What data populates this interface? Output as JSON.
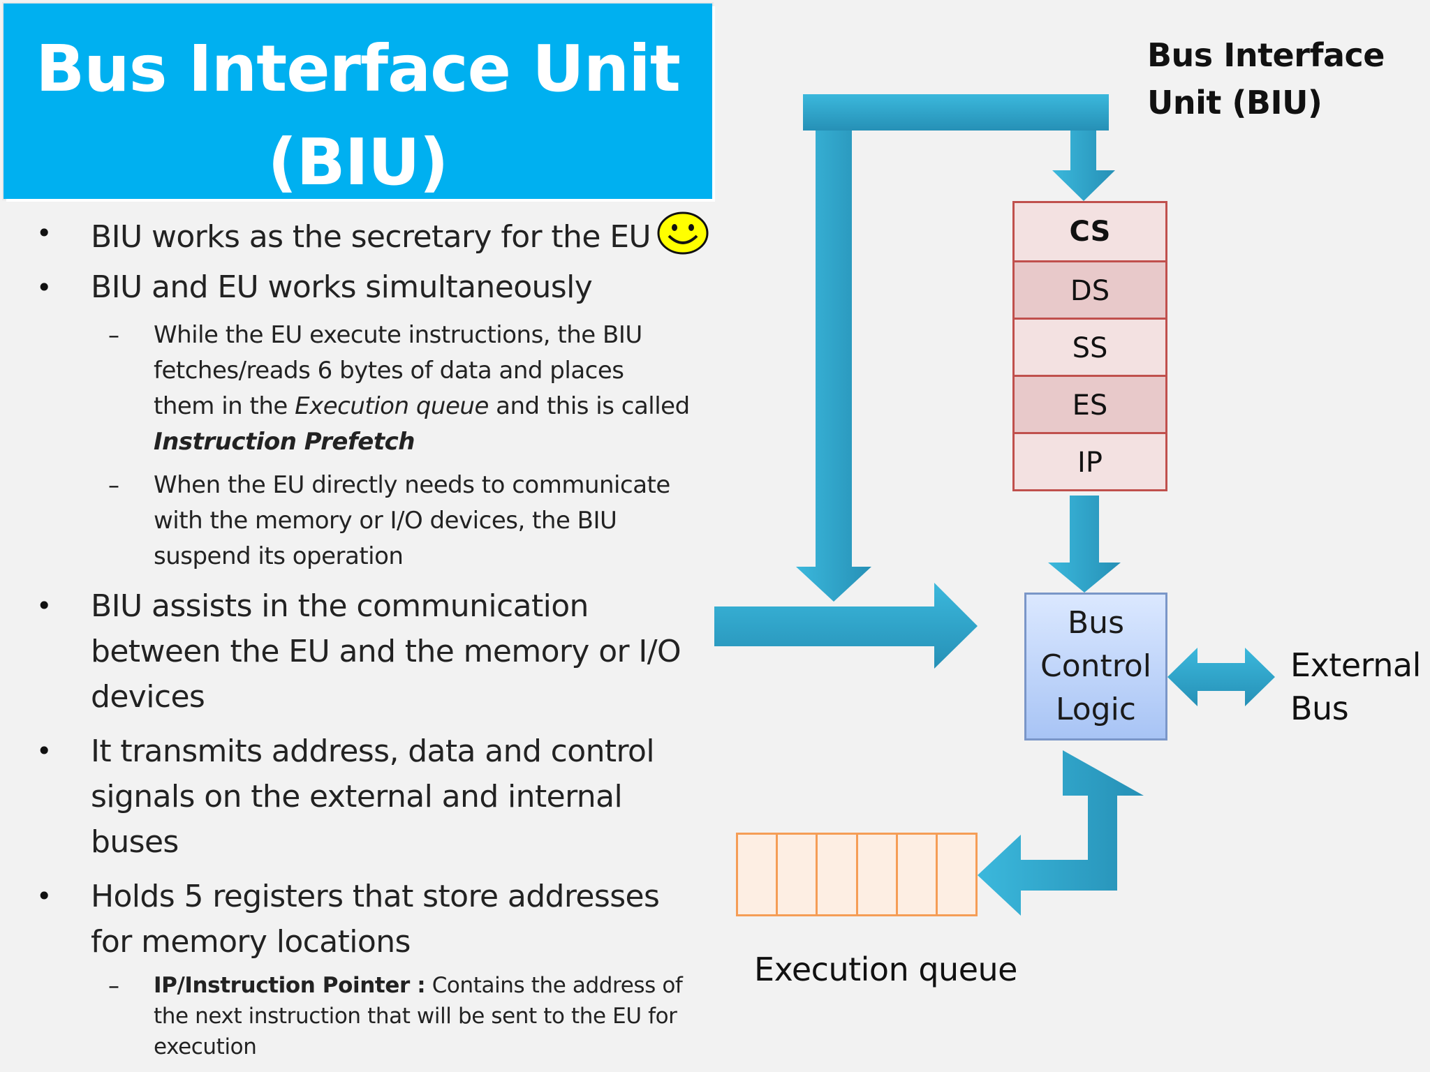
{
  "title": {
    "line1": "Bus Interface Unit",
    "line2": "(BIU)"
  },
  "bullets": [
    {
      "text": "BIU works as the secretary for the EU"
    },
    {
      "text": "BIU and EU works simultaneously"
    },
    {
      "sub": [
        {
          "pre": "While the EU execute instructions, the BIU fetches/reads 6 bytes of data and places them in the ",
          "em": "Execution queue",
          "mid": " and this is called ",
          "strong": "Instruction Prefetch"
        },
        {
          "text": "When the EU directly needs to communicate with the memory or I/O devices, the BIU suspend its operation"
        }
      ]
    },
    {
      "text": "BIU assists in the communication between the EU and the memory or I/O devices"
    },
    {
      "text": "It transmits address, data and control signals on the external and internal buses"
    },
    {
      "text": "Holds 5 registers that store addresses for memory locations"
    },
    {
      "sub2": {
        "label": "IP/Instruction Pointer :",
        "text": " Contains the address of the next instruction that will be sent to the EU for execution"
      }
    }
  ],
  "diagram": {
    "biu_label": [
      "Bus Interface",
      "Unit (BIU)"
    ],
    "registers": [
      "CS",
      "DS",
      "SS",
      "ES",
      "IP"
    ],
    "bus_control_logic": [
      "Bus",
      "Control",
      "Logic"
    ],
    "external_bus": [
      "External",
      "Bus"
    ],
    "execution_queue": "Execution queue",
    "queue_cells": 6
  },
  "colors": {
    "title_bg": "#00b0f0",
    "arrow": "#2ca0c6",
    "register_border": "#c0504d",
    "queue_border": "#f59d56"
  },
  "icons": {
    "smiley": "smiley-face-icon"
  }
}
